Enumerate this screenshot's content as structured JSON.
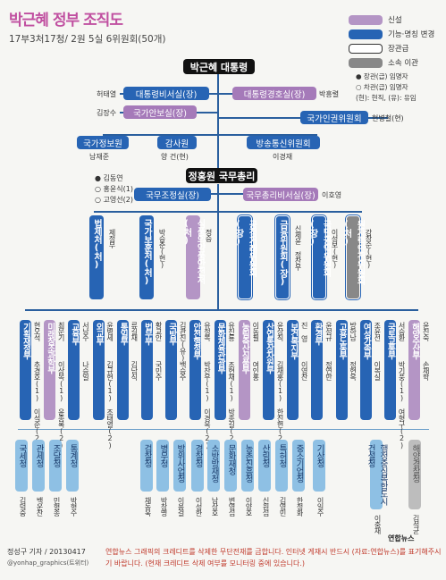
{
  "header": {
    "title": "박근혜 정부 조직도",
    "subtitle": "17부3처17청/ 2원 5실 6위원회(50개)"
  },
  "legend": {
    "new": "신설",
    "changed": "기능·명칭 변경",
    "minister": "장관급",
    "abolished": "소속 이관",
    "n1": "● 장관(급) 임명자",
    "n2": "○ 차관(급) 임명자",
    "n3": "(현): 현직, (유): 유임",
    "colors": {
      "new": "#b495c5",
      "changed": "#2764b4",
      "abolished": "#888888"
    }
  },
  "top": {
    "president": "박근혜 대통령",
    "pm": "정홍원 국무총리"
  },
  "presidential": {
    "secretary": {
      "label": "대통령비서실(장)",
      "person": "허태열"
    },
    "security": {
      "label": "국가안보실(장)",
      "person": "김장수"
    },
    "guard": {
      "label": "대통령경호실(장)",
      "person": "박흥렬"
    },
    "rights": {
      "label": "국가인권위원회",
      "person": "현병철(현)"
    },
    "intel": {
      "label": "국가정보원",
      "person": "남재준"
    },
    "audit": {
      "label": "감사원",
      "person": "양 건(현)"
    },
    "broadcast": {
      "label": "방송통신위원회",
      "person": "이경재"
    }
  },
  "pm_side": {
    "n1": "● 김동연",
    "n2": "○ 홍윤식(1)",
    "n3": "○ 고영선(2)",
    "coord": "국무조정실(장)",
    "pm_sec": "국무총리비서실(장)",
    "pm_sec_person": "이호영"
  },
  "mid": [
    {
      "label": "법제처(처)",
      "note": "제정부"
    },
    {
      "label": "국가보훈처(처)",
      "note": "박승춘(현)"
    },
    {
      "label": "식품의약품안전처(처)",
      "note": "정승"
    },
    {
      "label": "공정거래위원회(장)",
      "note": ""
    },
    {
      "label": "금융위원회(장)",
      "note": "신제윤 정찬우"
    },
    {
      "label": "국민권익위원회(장)",
      "note": "이성보(현)"
    },
    {
      "label": "원자력안전위원회(처)",
      "note": "강창순(현)"
    }
  ],
  "ministries": [
    {
      "label": "기획재정부",
      "m": "현오석",
      "v": "추경호(1) 이석준(2)"
    },
    {
      "label": "미래창조과학부",
      "m": "최문기",
      "v": "이상목(1) 윤종록(2)"
    },
    {
      "label": "교육부",
      "m": "서남수",
      "v": "나승일"
    },
    {
      "label": "외교부",
      "m": "윤병세",
      "v": "김규현(1) 조태열(2)"
    },
    {
      "label": "통일부",
      "m": "류길재",
      "v": "김남식"
    },
    {
      "label": "법무부",
      "m": "황교안",
      "v": "국민수"
    },
    {
      "label": "국방부",
      "m": "김관진(유)",
      "v": "백승주"
    },
    {
      "label": "안전행정부",
      "m": "유정복",
      "v": "박찬우(1) 이경옥(2)"
    },
    {
      "label": "문화체육관광부",
      "m": "유진룡",
      "v": "조현재(1) 박종길(2)"
    },
    {
      "label": "농림축산식품부",
      "m": "이동필",
      "v": "여인홍"
    },
    {
      "label": "산업통상자원부",
      "m": "윤상직",
      "v": "김재홍(1) 한진현(2)"
    },
    {
      "label": "보건복지부",
      "m": "진 영",
      "v": "이영찬"
    },
    {
      "label": "환경부",
      "m": "윤성규",
      "v": "정연만"
    },
    {
      "label": "고용노동부",
      "m": "방하남",
      "v": "정현옥"
    },
    {
      "label": "여성가족부",
      "m": "조윤선",
      "v": "이복실"
    },
    {
      "label": "국토교통부",
      "m": "서승환",
      "v": "박기풍(1) 여형구(2)"
    },
    {
      "label": "해양수산부",
      "m": "윤진숙",
      "v": "손재학"
    }
  ],
  "agencies": [
    {
      "label": "국세청",
      "person": "김덕중"
    },
    {
      "label": "관세청",
      "person": "백운찬"
    },
    {
      "label": "조달청",
      "person": "민형종"
    },
    {
      "label": "통계청",
      "person": "박형수"
    },
    {
      "label": "검찰청",
      "person": "채동욱"
    },
    {
      "label": "병무청",
      "person": "박창명"
    },
    {
      "label": "방위사업청",
      "person": "이용걸"
    },
    {
      "label": "경찰청",
      "person": "이성한"
    },
    {
      "label": "소방방재청",
      "person": "남상호"
    },
    {
      "label": "문화재청",
      "person": "변영섭"
    },
    {
      "label": "농촌진흥청",
      "person": "이양호"
    },
    {
      "label": "산림청",
      "person": "신원섭"
    },
    {
      "label": "특허청",
      "person": "김영민"
    },
    {
      "label": "중소기업청",
      "person": "한정화"
    },
    {
      "label": "기상청",
      "person": "이일수"
    },
    {
      "label": "행정중심복합도시건설청",
      "person": "이충재"
    },
    {
      "label": "해양경찰청",
      "person": "김석균"
    }
  ],
  "footer": {
    "credit": "정성구 기자 / 20130417",
    "twitter": "@yonhap_graphics(트위터)",
    "notice": "연합뉴스 그래픽의 크레디트를 삭제한 무단전재를 금합니다. 인터넷 게재시 반드시 (자료:연합뉴스)를 표기해주시기 바랍니다. (현재 크레디트 삭제 여부를 모니터링 중에 있습니다.)",
    "logo": "연합뉴스"
  }
}
